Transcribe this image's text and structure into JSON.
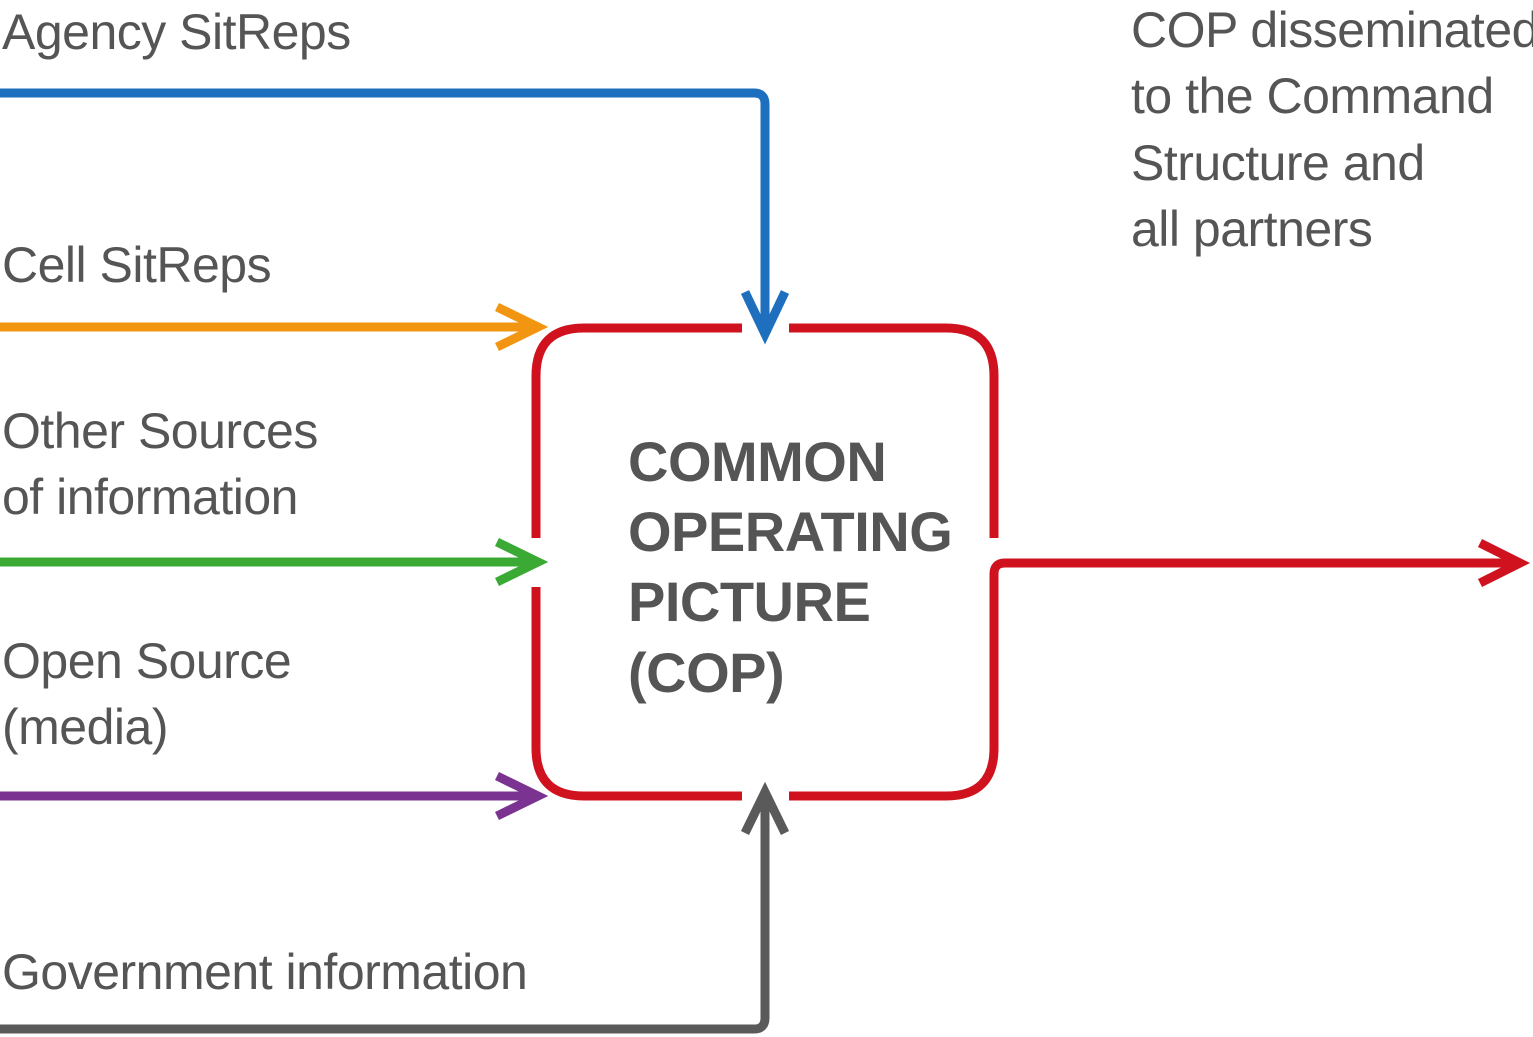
{
  "inputs": {
    "agency_sitreps": "Agency SitReps",
    "cell_sitreps": "Cell SitReps",
    "other_sources": [
      "Other Sources",
      "of information"
    ],
    "open_source": [
      "Open Source",
      "(media)"
    ],
    "government": "Government information"
  },
  "center": {
    "title": [
      "COMMON",
      "OPERATING",
      "PICTURE",
      "(COP)"
    ]
  },
  "output": {
    "text": [
      "COP disseminated",
      "to the Command",
      "Structure and",
      "all partners"
    ]
  },
  "colors": {
    "agency": "#1f6fbf",
    "cell": "#f29510",
    "other": "#3aaa35",
    "open_source": "#7b3391",
    "government": "#5a5a5a",
    "cop": "#d0121f",
    "text": "#555555"
  }
}
